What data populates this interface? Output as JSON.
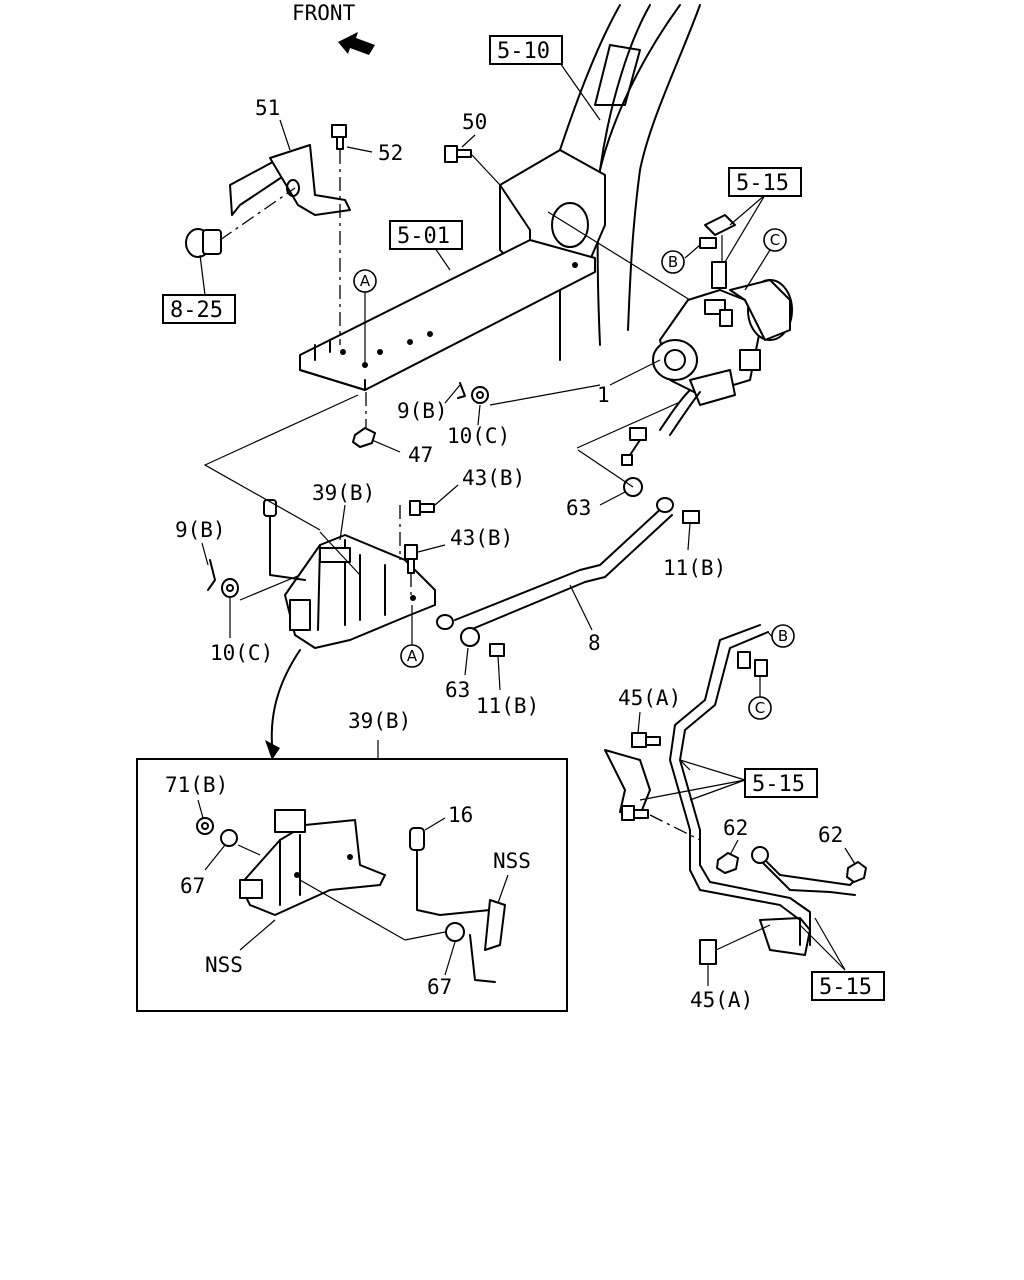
{
  "front_label": "FRONT",
  "refs": {
    "r_5_10": "5-10",
    "r_5_01": "5-01",
    "r_8_25": "8-25",
    "r_5_15_top": "5-15",
    "r_5_15_mid": "5-15",
    "r_5_15_bot": "5-15"
  },
  "parts": {
    "p51": "51",
    "p52": "52",
    "p50": "50",
    "p1": "1",
    "p9b_top": "9(B)",
    "p10c_top": "10(C)",
    "p47": "47",
    "p39b_top": "39(B)",
    "p43b_1": "43(B)",
    "p43b_2": "43(B)",
    "p9b_left": "9(B)",
    "p10c_left": "10(C)",
    "p63_right": "63",
    "p11b_right": "11(B)",
    "p8": "8",
    "p63_bot": "63",
    "p11b_bot": "11(B)",
    "p39b_detail": "39(B)",
    "p71b": "71(B)",
    "p67_left": "67",
    "p16": "16",
    "pnss_right": "NSS",
    "pnss_left": "NSS",
    "p67_bot": "67",
    "p45a_top": "45(A)",
    "p62_left": "62",
    "p62_right": "62",
    "p45a_bot": "45(A)"
  },
  "markers": {
    "a_top": "A",
    "a_bot": "A",
    "b_top": "B",
    "c_top": "C",
    "b_right": "B",
    "c_right": "C"
  }
}
